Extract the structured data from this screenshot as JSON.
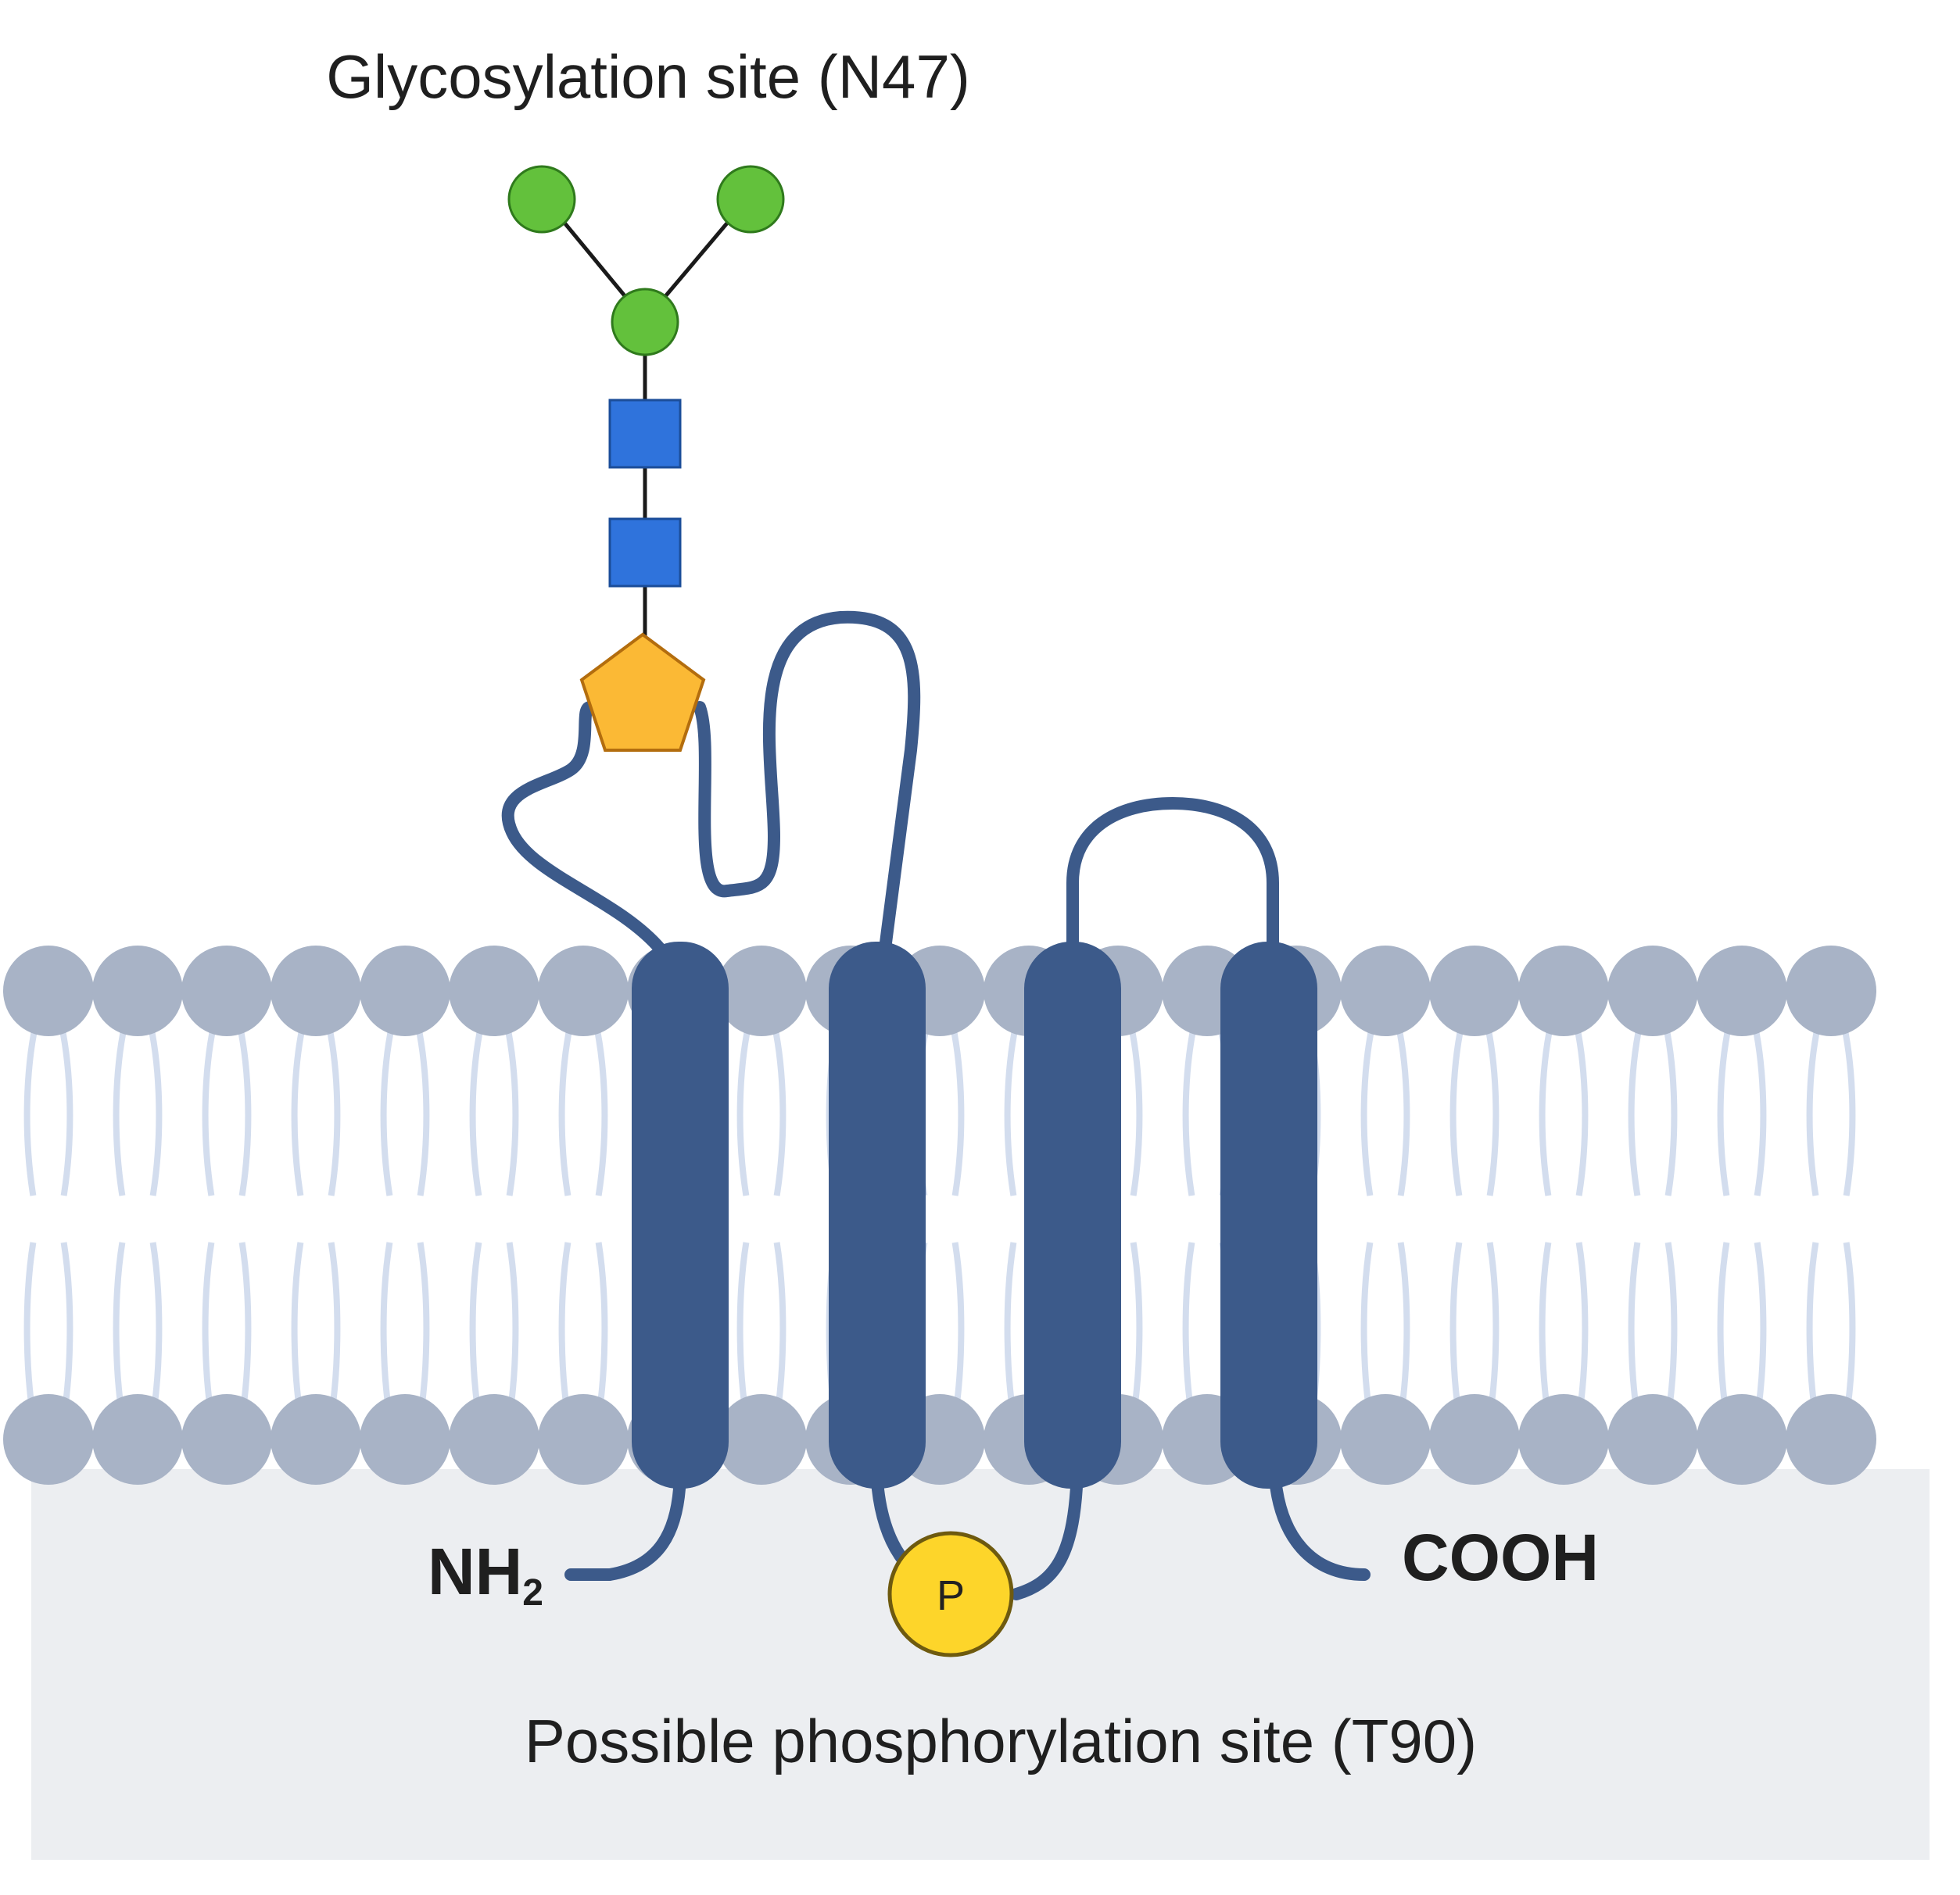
{
  "labels": {
    "glycosylation_site": "Glycosylation site (N47)",
    "phosphorylation_site": "Possible phosphorylation site (T90)",
    "n_terminus": "NH",
    "n_terminus_subscript": "2",
    "c_terminus": "COOH",
    "phospho_marker": "P"
  },
  "colors": {
    "cytoplasm": "#eceef1",
    "lipid_head": "#a8b3c6",
    "lipid_tail": "#d3ddee",
    "protein": "#3c5a8a",
    "glycan_circle": "#63c13c",
    "glycan_square": "#2f73dc",
    "glycan_pentagon": "#fbb935",
    "phospho_circle": "#fdd52a"
  },
  "glycan": {
    "circles": 3,
    "squares": 2,
    "pentagons": 1
  },
  "transmembrane_helices": 4,
  "icons": [
    "glycan-circle-icon",
    "glycan-square-icon",
    "glycan-pentagon-icon",
    "phosphate-icon"
  ]
}
